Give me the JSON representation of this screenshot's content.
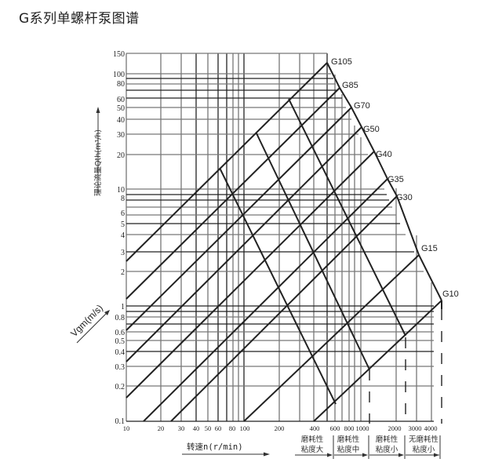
{
  "title": "G系列单螺杆泵图谱",
  "axes": {
    "y_upper_label": "理论流量Qth(m³/h)",
    "y_lower_label": "Vgm(m/s)",
    "x_label": "转速n(r/min)"
  },
  "zones": [
    {
      "line1": "磨耗性",
      "line2": "粘度大"
    },
    {
      "line1": "磨耗性",
      "line2": "粘度中"
    },
    {
      "line1": "磨耗性",
      "line2": "粘度小"
    },
    {
      "line1": "无磨耗性",
      "line2": "粘度小"
    }
  ],
  "chart_data": {
    "type": "line",
    "title": "G系列单螺杆泵图谱",
    "xlabel": "转速n(r/min)",
    "ylabel": "理论流量Qth(m³/h)",
    "ylabel_secondary": "Vgm(m/s)",
    "xscale": "log",
    "yscale": "log",
    "xlim": [
      10,
      4000
    ],
    "ylim_flow": [
      0.1,
      150
    ],
    "ylim_velocity": [
      0.1,
      1
    ],
    "x_ticks": [
      "10",
      "20",
      "30",
      "40",
      "50",
      "60",
      "80",
      "100",
      "200",
      "400",
      "600",
      "800",
      "1000",
      "2000",
      "3000",
      "4000"
    ],
    "y_ticks_flow": [
      "150",
      "100",
      "80",
      "60",
      "50",
      "40",
      "30",
      "20",
      "10",
      "8",
      "6",
      "5",
      "4",
      "3",
      "2",
      "1",
      "0.8",
      "0.6",
      "0.5",
      "0.4",
      "0.3",
      "0.2",
      "0.1"
    ],
    "y_ticks_velocity": [
      "1",
      "0.8",
      "0.6",
      "0.5",
      "0.4",
      "0.3",
      "0.2",
      "0.1"
    ],
    "series": [
      {
        "name": "G105",
        "x": [
          10,
          520
        ],
        "y": [
          2.4,
          125
        ]
      },
      {
        "name": "G85",
        "x": [
          10,
          650
        ],
        "y": [
          1.3,
          85
        ]
      },
      {
        "name": "G70",
        "x": [
          10,
          780
        ],
        "y": [
          0.62,
          60
        ]
      },
      {
        "name": "G50",
        "x": [
          10,
          1050
        ],
        "y": [
          0.33,
          33
        ]
      },
      {
        "name": "G40",
        "x": [
          10,
          1300
        ],
        "y": [
          0.155,
          20
        ]
      },
      {
        "name": "G35",
        "x": [
          14,
          1700
        ],
        "y": [
          0.1,
          12
        ]
      },
      {
        "name": "G30",
        "x": [
          24,
          2000
        ],
        "y": [
          0.1,
          9
        ]
      },
      {
        "name": "G15",
        "x": [
          100,
          3100
        ],
        "y": [
          0.1,
          3.2
        ]
      },
      {
        "name": "G10",
        "x": [
          400,
          4700
        ],
        "y": [
          0.1,
          1.1
        ]
      }
    ],
    "velocity_lines": [
      {
        "from": [
          170,
          30
        ],
        "to": [
          600,
          0.14
        ]
      },
      {
        "from": [
          280,
          60
        ],
        "to": [
          1100,
          0.28
        ]
      },
      {
        "from": [
          450,
          60
        ],
        "to": [
          2500,
          0.55
        ]
      }
    ],
    "annotations": [
      "G105",
      "G85",
      "G70",
      "G50",
      "G40",
      "G35",
      "G30",
      "G15",
      "G10"
    ],
    "grid": true,
    "legend_position": "inline-right"
  }
}
